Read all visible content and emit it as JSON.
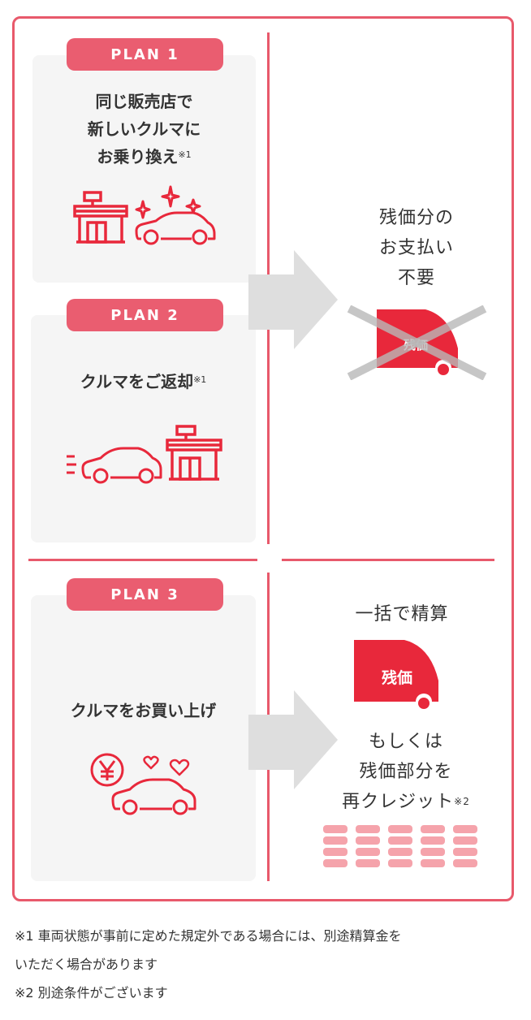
{
  "plans": [
    {
      "badge": "PLAN 1",
      "lines": [
        "同じ販売店で",
        "新しいクルマに",
        "お乗り換え"
      ],
      "ref": "※1"
    },
    {
      "badge": "PLAN 2",
      "lines": [
        "クルマをご返却"
      ],
      "ref": "※1"
    },
    {
      "badge": "PLAN 3",
      "lines": [
        "クルマをお買い上げ"
      ],
      "ref": ""
    }
  ],
  "outcome_top": {
    "lines": [
      "残価分の",
      "お支払い",
      "不要"
    ],
    "truck_label": "残価"
  },
  "outcome_bottom": {
    "heading": "一括で精算",
    "truck_label": "残価",
    "lines": [
      "もしくは",
      "残価部分を",
      "再クレジット"
    ],
    "ref": "※2"
  },
  "notes": [
    "※1 車両状態が事前に定めた規定外である場合には、別途精算金を",
    "いただく場合があります",
    "※2 別途条件がございます"
  ],
  "colors": {
    "accent": "#e8596b",
    "pill": "#ea5d70",
    "icon_red": "#e8283b",
    "arrow_gray": "#dedede",
    "coin": "#f5a3ab"
  },
  "icons": [
    "shop-icon",
    "car-sparkle-icon",
    "car-moving-icon",
    "yen-coin-icon",
    "heart-icon",
    "truck-icon",
    "coin-stack-icon"
  ]
}
